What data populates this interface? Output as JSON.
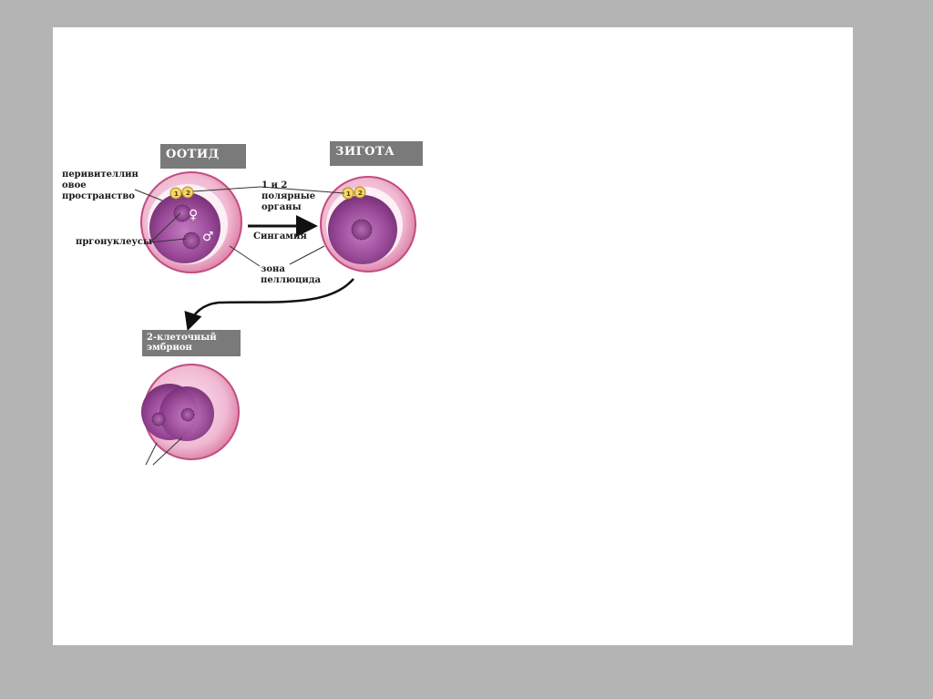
{
  "stages": {
    "ootid": "ООТИД",
    "zygote": "ЗИГОТА",
    "embryo": "2-клеточный\nэмбрион"
  },
  "labels": {
    "perivitelline": "перивителлин\nовое\nпространство",
    "pronuclei": "пргонуклеусы",
    "polar_bodies": "1 и 2\nполярные\nорганы",
    "syngamy": "Сингамия",
    "zona": "зона\nпеллюцида"
  },
  "polar_body_numbers": [
    "1",
    "2"
  ],
  "symbols": {
    "female": "♀",
    "male": "♂"
  },
  "colors": {
    "background": "#b4b4b4",
    "slide": "#ffffff",
    "label_box": "#7a7a7a",
    "zona": "#e8a5c5",
    "cytoplasm": "#9a4a98",
    "polar_body": "#f2d46a"
  }
}
